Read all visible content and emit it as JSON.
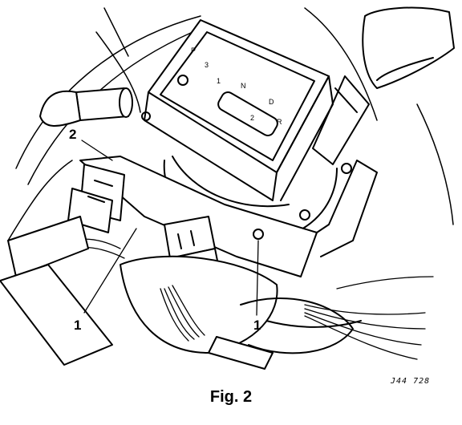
{
  "figure": {
    "caption": "Fig. 2",
    "reference": "J44 728",
    "callouts": {
      "label_2": "2",
      "label_1_left": "1",
      "label_1_right": "1"
    },
    "selector_panel_marks": [
      "P",
      "R",
      "N",
      "D",
      "3",
      "2",
      "1"
    ]
  }
}
